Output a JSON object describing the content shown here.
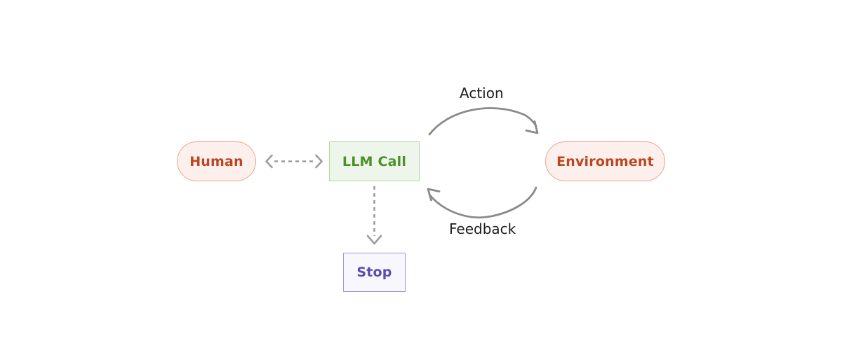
{
  "diagram": {
    "title": "Agent loop diagram",
    "background": "#ffffff",
    "nodes": [
      {
        "id": "human",
        "label": "Human",
        "shape": "pill",
        "fill": "#fdf0ec",
        "stroke": "#e8a78f",
        "text_color": "#bc4622"
      },
      {
        "id": "llm-call",
        "label": "LLM Call",
        "shape": "rectangle",
        "fill": "#eef5ea",
        "stroke": "#b3d4a0",
        "text_color": "#4a9128"
      },
      {
        "id": "environment",
        "label": "Environment",
        "shape": "pill",
        "fill": "#fdf0ec",
        "stroke": "#e8a78f",
        "text_color": "#bc4622"
      },
      {
        "id": "stop",
        "label": "Stop",
        "shape": "rectangle",
        "fill": "#f8f7fd",
        "stroke": "#9d94d4",
        "text_color": "#5b4bb0"
      }
    ],
    "edges": [
      {
        "id": "human-llm",
        "label": "",
        "from": "human",
        "to": "llm-call",
        "style": "dashed",
        "direction": "bidirectional",
        "color": "#9c9c9c"
      },
      {
        "id": "action",
        "label": "Action",
        "from": "llm-call",
        "to": "environment",
        "style": "solid",
        "direction": "forward",
        "color": "#8a8a86"
      },
      {
        "id": "feedback",
        "label": "Feedback",
        "from": "environment",
        "to": "llm-call",
        "style": "solid",
        "direction": "forward",
        "color": "#8a8a86"
      },
      {
        "id": "llm-stop",
        "label": "",
        "from": "llm-call",
        "to": "stop",
        "style": "dashed",
        "direction": "forward",
        "color": "#9c9c9c"
      }
    ],
    "edge_labels": {
      "action": "Action",
      "feedback": "Feedback"
    }
  }
}
